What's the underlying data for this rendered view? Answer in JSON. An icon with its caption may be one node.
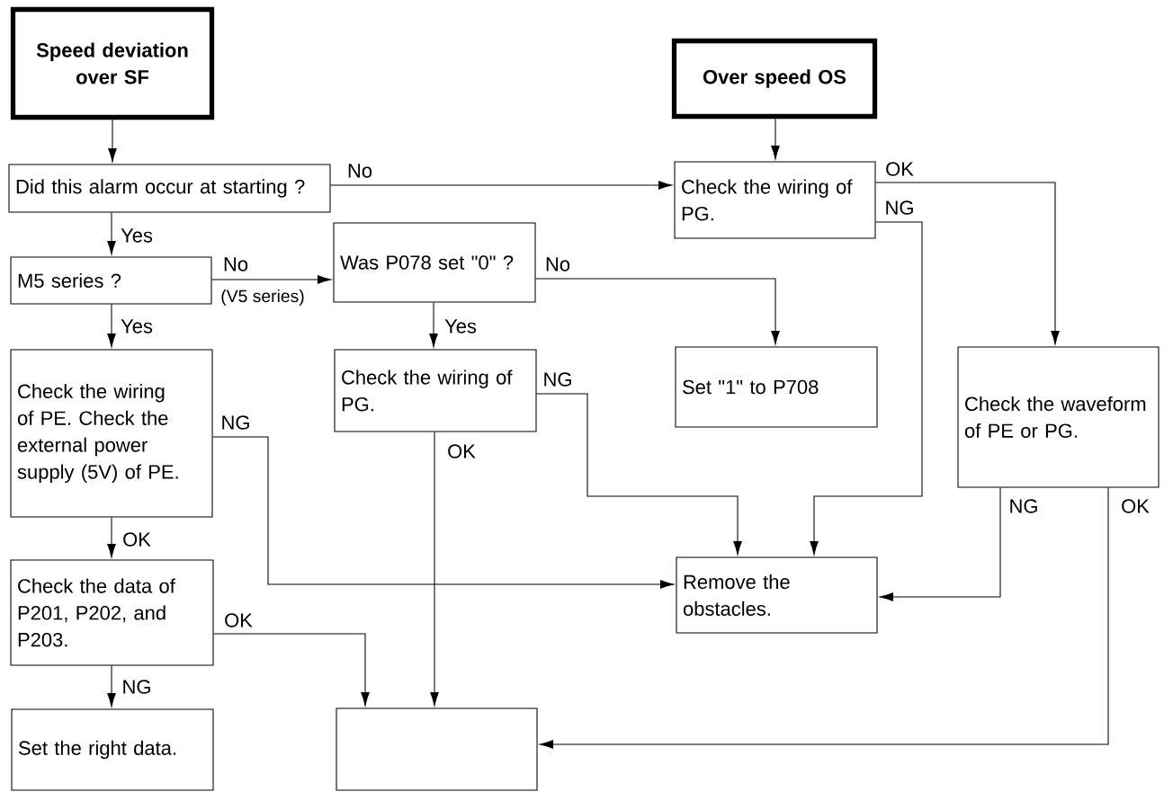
{
  "diagram": {
    "nodes": [
      {
        "text": [
          "Speed deviation over SF"
        ]
      },
      {
        "text": [
          "Over speed OS"
        ]
      },
      {
        "text": [
          "Did this alarm occur at starting ?"
        ]
      },
      {
        "text": [
          "Check the wiring of PG."
        ]
      },
      {
        "text": [
          "M5 series ?"
        ]
      },
      {
        "text": [
          "Was P078 set \"0\" ?"
        ]
      },
      {
        "text": [
          "Check the wiring of PE. Check the external power supply (5V) of PE."
        ]
      },
      {
        "text": [
          "Check the wiring of PG."
        ]
      },
      {
        "text": [
          "Set  \"1\" to P708"
        ]
      },
      {
        "text": [
          "Check the waveform of PE or PG."
        ]
      },
      {
        "text": [
          "Check the data of P201, P202, and P203."
        ]
      },
      {
        "text": [
          "Remove the obstacles."
        ]
      },
      {
        "text": [
          "Set the right data."
        ]
      },
      {
        "text": [],
        "shape": "box"
      }
    ],
    "edges": [
      {
        "from": 0,
        "to": 2,
        "arrow": "to"
      },
      {
        "from": 1,
        "to": 3,
        "arrow": "to"
      },
      {
        "from": 2,
        "to": 3,
        "arrow": "to",
        "label": "No"
      },
      {
        "from": 2,
        "to": 4,
        "arrow": "to",
        "label": "Yes"
      },
      {
        "from": 4,
        "to": 5,
        "arrow": "to",
        "label": "No"
      },
      {
        "from": 4,
        "to": 6,
        "arrow": "to",
        "label": "Yes"
      },
      {
        "from": 5,
        "to": 8,
        "arrow": "to",
        "label": "No"
      },
      {
        "from": 5,
        "to": 7,
        "arrow": "to",
        "label": "Yes"
      },
      {
        "from": 3,
        "to": 9,
        "arrow": "to",
        "label": "OK"
      },
      {
        "from": 3,
        "to": 11,
        "arrow": "to",
        "label": "NG"
      },
      {
        "from": 7,
        "to": 11,
        "arrow": "to",
        "label": "NG"
      },
      {
        "from": 6,
        "to": 11,
        "arrow": "to",
        "label": "NG"
      },
      {
        "from": 7,
        "to": 13,
        "arrow": "to",
        "label": "OK"
      },
      {
        "from": 9,
        "to": 11,
        "arrow": "to",
        "label": "NG"
      },
      {
        "from": 9,
        "to": 13,
        "arrow": "to",
        "label": "OK"
      },
      {
        "from": 6,
        "to": 10,
        "arrow": "to",
        "label": "OK"
      },
      {
        "from": 10,
        "to": 13,
        "arrow": "to",
        "label": "OK"
      },
      {
        "from": 10,
        "to": 12,
        "arrow": "to",
        "label": "NG"
      }
    ],
    "labels": [
      "(V5 series)"
    ]
  }
}
